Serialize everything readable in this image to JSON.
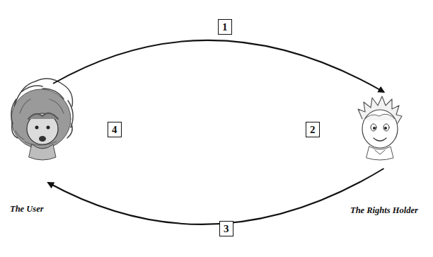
{
  "diagram": {
    "nodes": [
      {
        "text": [
          "The User"
        ]
      },
      {
        "text": [
          "The Rights Holder"
        ]
      }
    ],
    "edges": [
      {
        "from": 0,
        "to": 1,
        "arrow": "to",
        "label": "1"
      },
      {
        "from": 1,
        "to": 0,
        "arrow": "to",
        "label": "3"
      }
    ],
    "labels": [
      "4",
      "2"
    ]
  }
}
